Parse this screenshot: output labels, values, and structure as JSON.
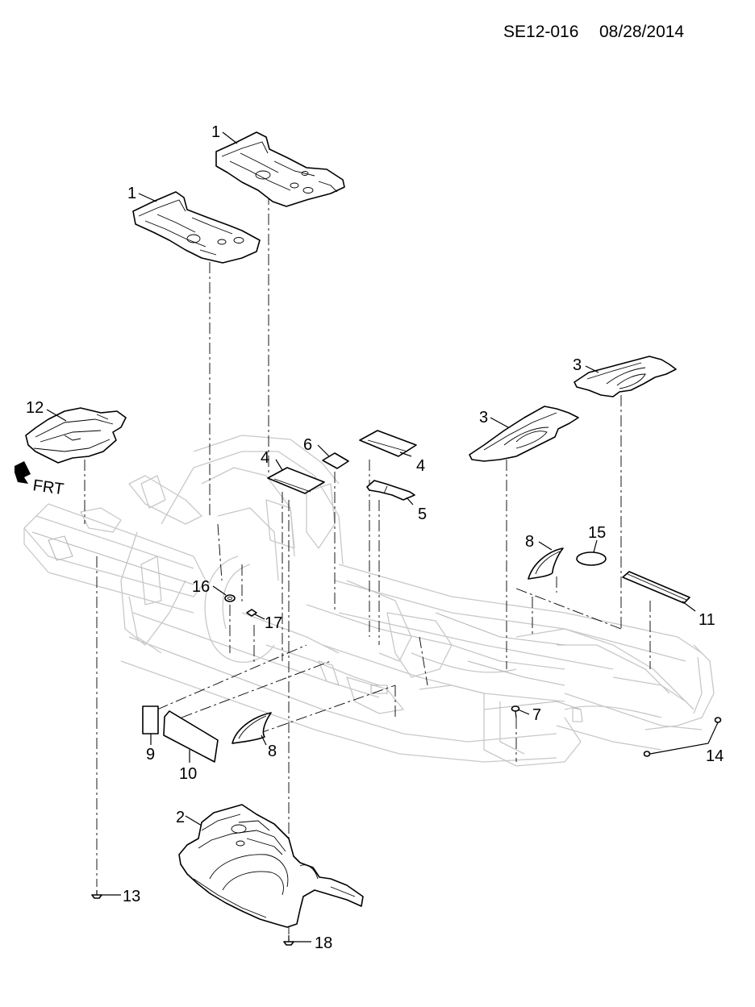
{
  "header": {
    "code": "SE12-016",
    "date": "08/28/2014"
  },
  "direction": {
    "label": "FRT",
    "icon": "front-direction-arrow-icon"
  },
  "callouts": [
    {
      "id": "c1a",
      "text": "1"
    },
    {
      "id": "c1b",
      "text": "1"
    },
    {
      "id": "c12",
      "text": "12"
    },
    {
      "id": "c6",
      "text": "6"
    },
    {
      "id": "c4a",
      "text": "4"
    },
    {
      "id": "c4b",
      "text": "4"
    },
    {
      "id": "c5",
      "text": "5"
    },
    {
      "id": "c3a",
      "text": "3"
    },
    {
      "id": "c3b",
      "text": "3"
    },
    {
      "id": "c8a",
      "text": "8"
    },
    {
      "id": "c15",
      "text": "15"
    },
    {
      "id": "c11",
      "text": "11"
    },
    {
      "id": "c16",
      "text": "16"
    },
    {
      "id": "c17",
      "text": "17"
    },
    {
      "id": "c7",
      "text": "7"
    },
    {
      "id": "c14",
      "text": "14"
    },
    {
      "id": "c9",
      "text": "9"
    },
    {
      "id": "c10",
      "text": "10"
    },
    {
      "id": "c8b",
      "text": "8"
    },
    {
      "id": "c2",
      "text": "2"
    },
    {
      "id": "c13",
      "text": "13"
    },
    {
      "id": "c18",
      "text": "18"
    }
  ]
}
